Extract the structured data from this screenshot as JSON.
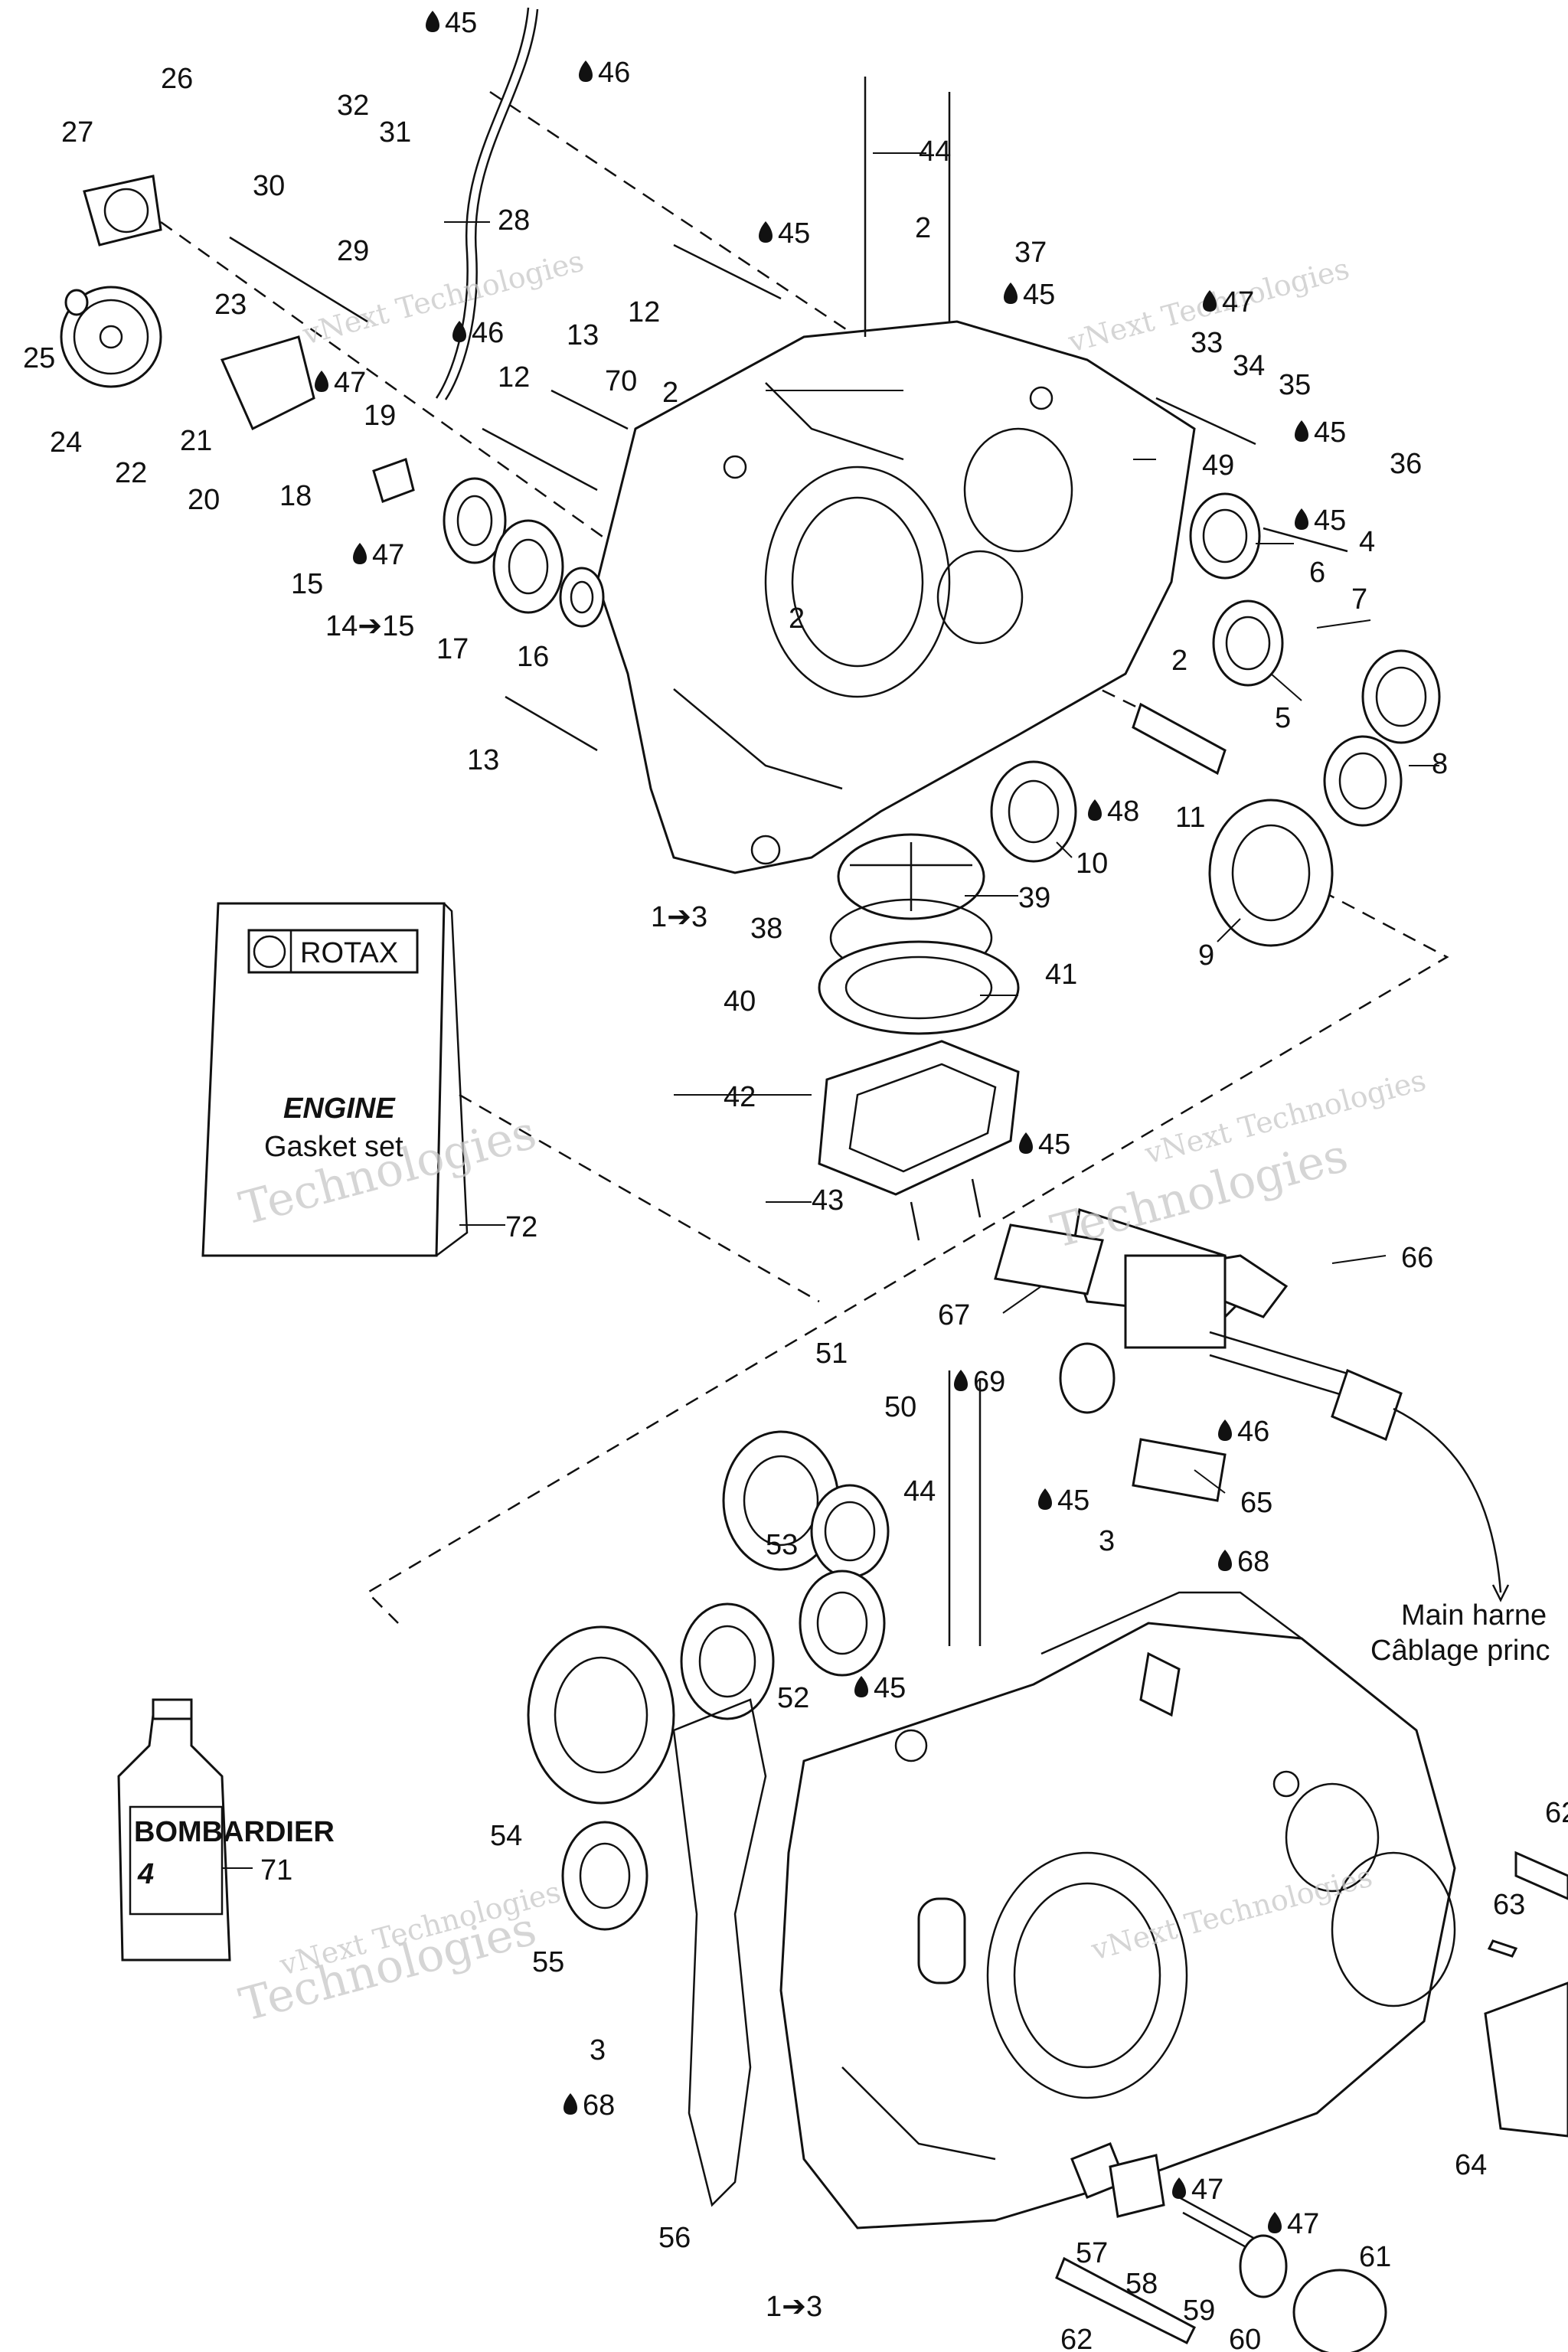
{
  "callouts": {
    "c1_3_top": "1➔3",
    "c2_a": "2",
    "c2_b": "2",
    "c2_c": "2",
    "c2_d": "2",
    "c3_a": "3",
    "c3_b": "3",
    "c4": "4",
    "c5": "5",
    "c6": "6",
    "c7": "7",
    "c8": "8",
    "c9": "9",
    "c10": "10",
    "c11": "11",
    "c12_a": "12",
    "c12_b": "12",
    "c13_a": "13",
    "c13_b": "13",
    "c14_15": "14➔15",
    "c15": "15",
    "c16": "16",
    "c17": "17",
    "c18": "18",
    "c19": "19",
    "c20": "20",
    "c21": "21",
    "c22": "22",
    "c23": "23",
    "c24": "24",
    "c25": "25",
    "c26": "26",
    "c27": "27",
    "c28": "28",
    "c29": "29",
    "c30": "30",
    "c31": "31",
    "c32": "32",
    "c33": "33",
    "c34": "34",
    "c35": "35",
    "c36": "36",
    "c37": "37",
    "c38": "38",
    "c39": "39",
    "c40": "40",
    "c41": "41",
    "c42": "42",
    "c43": "43",
    "c44_a": "44",
    "c44_b": "44",
    "c49": "49",
    "c50": "50",
    "c51": "51",
    "c52": "52",
    "c53": "53",
    "c54": "54",
    "c55": "55",
    "c56": "56",
    "c57": "57",
    "c58": "58",
    "c59": "59",
    "c60": "60",
    "c61": "61",
    "c62_a": "62",
    "c62_b": "62",
    "c63": "63",
    "c64": "64",
    "c65": "65",
    "c66": "66",
    "c67": "67",
    "c70": "70",
    "c71": "71",
    "c72": "72",
    "c1_3_bot": "1➔3"
  },
  "lubricants": {
    "l45_a": "45",
    "l46_a": "46",
    "l45_b": "45",
    "l45_c": "45",
    "l46_b": "46",
    "l47_a": "47",
    "l47_b": "47",
    "l45_d": "45",
    "l45_e": "45",
    "l47_c": "47",
    "l48": "48",
    "l45_f": "45",
    "l69": "69",
    "l46_c": "46",
    "l45_g": "45",
    "l68_a": "68",
    "l45_h": "45",
    "l68_b": "68",
    "l47_d": "47",
    "l47_e": "47"
  },
  "harness_note": {
    "line1": "Main harne",
    "line2": "Câblage princ"
  },
  "gasket_set": {
    "brand": "ROTAX",
    "title": "ENGINE",
    "subtitle": "Gasket set"
  },
  "oil_bottle": {
    "brand": "BOMBARDIER",
    "label": "4"
  },
  "watermark": {
    "line1": "vNext",
    "line2": "Technologies",
    "inline": "vNext Technologies"
  },
  "colors": {
    "ink": "#111111",
    "paper": "#ffffff",
    "watermark": "#c8c8c8"
  }
}
